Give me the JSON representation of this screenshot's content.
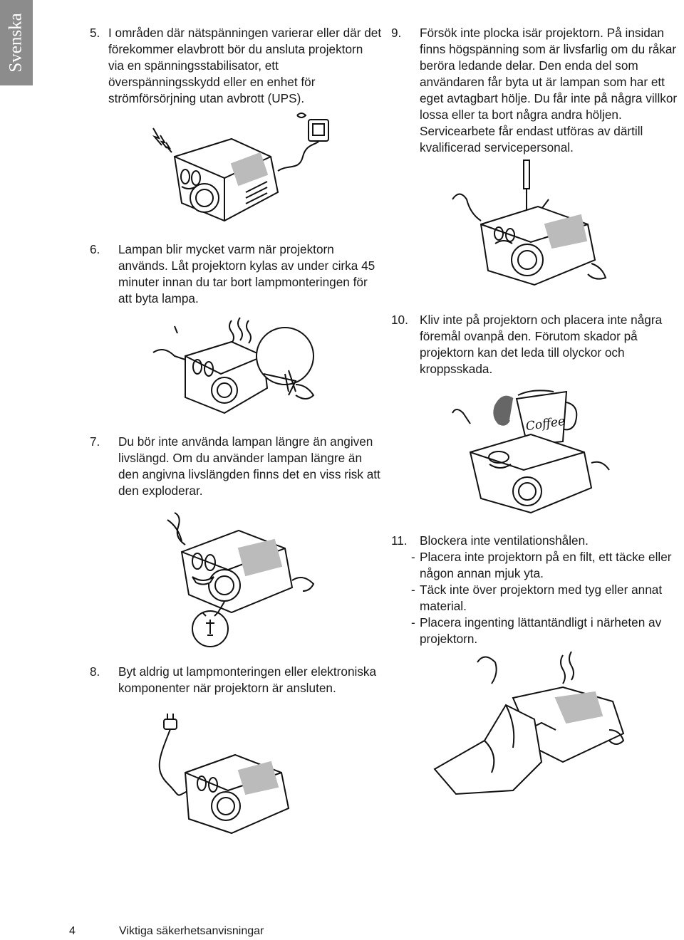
{
  "sidebar": {
    "language": "Svenska"
  },
  "items": [
    {
      "num": "5.",
      "text": "I områden där nätspänningen varierar eller där det förekommer elavbrott bör du ansluta projektorn via en spänningsstabilisator, ett överspänningsskydd eller en enhet för strömförsörjning utan avbrott (UPS)."
    },
    {
      "num": "6.",
      "text": "Lampan blir mycket varm när projektorn används. Låt projektorn kylas av under cirka 45 minuter innan du tar bort lampmonteringen för att byta lampa."
    },
    {
      "num": "7.",
      "text": "Du bör inte använda lampan längre än angiven livslängd. Om du använder lampan längre än den angivna livslängden finns det en viss risk att den exploderar."
    },
    {
      "num": "8.",
      "text": "Byt aldrig ut lampmonteringen eller elektroniska komponenter när projektorn är ansluten."
    },
    {
      "num": "9.",
      "text": "Försök inte plocka isär projektorn. På insidan finns högspänning som är livsfarlig om du råkar beröra ledande delar. Den enda del som användaren får byta ut är lampan som har ett eget avtagbart hölje. Du får inte på några villkor lossa eller ta bort några andra höljen. Servicearbete får endast utföras av därtill kvalificerad servicepersonal."
    },
    {
      "num": "10.",
      "text": "Kliv inte på projektorn och placera inte några föremål ovanpå den. Förutom skador på projektorn kan det leda till olyckor och kroppsskada."
    },
    {
      "num": "11.",
      "text": "Blockera inte ventilationshålen."
    }
  ],
  "item11_subitems": [
    {
      "dash": "-",
      "text": "Placera inte projektorn på en filt, ett täcke eller någon annan mjuk yta."
    },
    {
      "dash": "-",
      "text": "Täck inte över projektorn med tyg eller annat material."
    },
    {
      "dash": "-",
      "text": "Placera ingenting lättantändligt i närheten av projektorn."
    }
  ],
  "illustrations": {
    "coffee_cup_label": "Coffee"
  },
  "footer": {
    "page_number": "4",
    "title": "Viktiga säkerhetsanvisningar"
  }
}
